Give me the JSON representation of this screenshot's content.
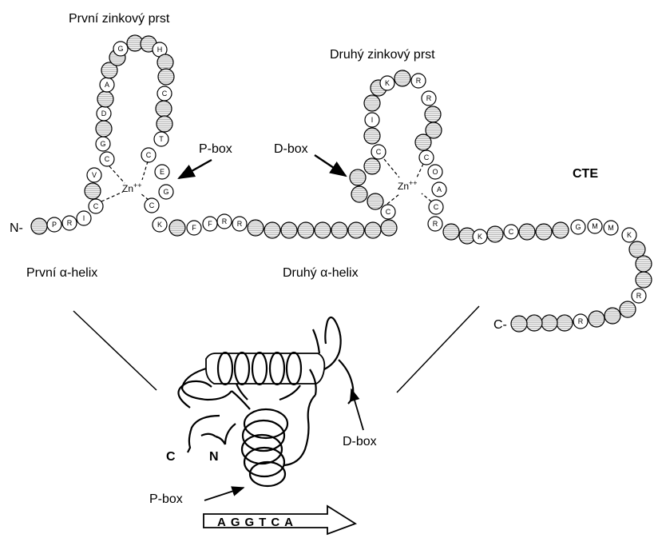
{
  "labels": {
    "first_finger": "První zinkový prst",
    "second_finger": "Druhý zinkový prst",
    "p_box_top": "P-box",
    "d_box_top": "D-box",
    "cte": "CTE",
    "n_terminus": "N-",
    "c_terminus": "C-",
    "zinc": "Zn",
    "zinc_charge": "++",
    "first_helix": "První α-helix",
    "second_helix": "Druhý α-helix",
    "c_end": "C",
    "n_end": "N",
    "d_box_bottom": "D-box",
    "p_box_bottom": "P-box",
    "dna_sequence": "AGGTCA"
  },
  "residues": {
    "n_tail": [
      "P",
      "R",
      "I",
      "C"
    ],
    "finger1_left": [
      "V",
      "G",
      "D",
      "A",
      "G"
    ],
    "finger1_right": [
      "H",
      "C",
      "T",
      "C",
      "E",
      "G",
      "C"
    ],
    "linker": [
      "K",
      "F",
      "F",
      "R",
      "R"
    ],
    "finger2_left": [
      "C",
      "I",
      "K"
    ],
    "finger2_right": [
      "R",
      "R",
      "C",
      "O",
      "A",
      "C"
    ],
    "c_tail": [
      "R",
      "K",
      "G",
      "M",
      "M",
      "K",
      "R",
      "R"
    ]
  },
  "colors": {
    "line": "#000000",
    "background": "#ffffff",
    "shading": "#9a9a9a"
  }
}
